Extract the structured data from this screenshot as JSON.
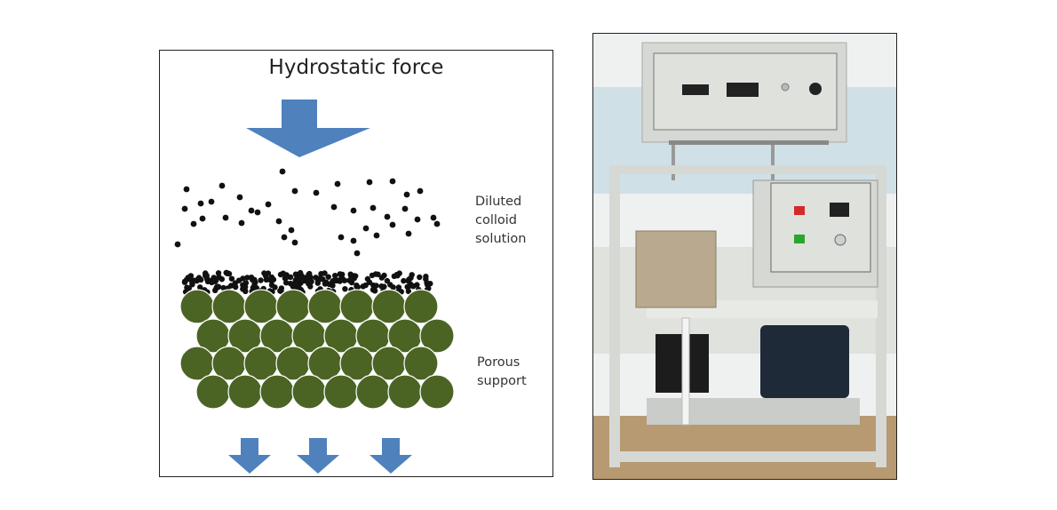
{
  "diagram": {
    "title": "Hydrostatic force",
    "colloid_label": [
      "Diluted",
      "colloid",
      "solution"
    ],
    "support_label": [
      "Porous",
      "support"
    ],
    "colors": {
      "arrow": "#4f81bd",
      "particle": "#111111",
      "support": "#4b6424",
      "support_edge": "#ffffff"
    }
  },
  "photo": {
    "subject": "membrane filtration apparatus",
    "colors": {
      "frame": "#d6d8d4",
      "panel": "#dfe1dd",
      "motor": "#1f2a38",
      "red_lamp": "#d42a2a",
      "green_lamp": "#2ba52b"
    },
    "icons": [
      "digital-display-icon",
      "indicator-lamp-icon",
      "control-knob-icon"
    ]
  }
}
